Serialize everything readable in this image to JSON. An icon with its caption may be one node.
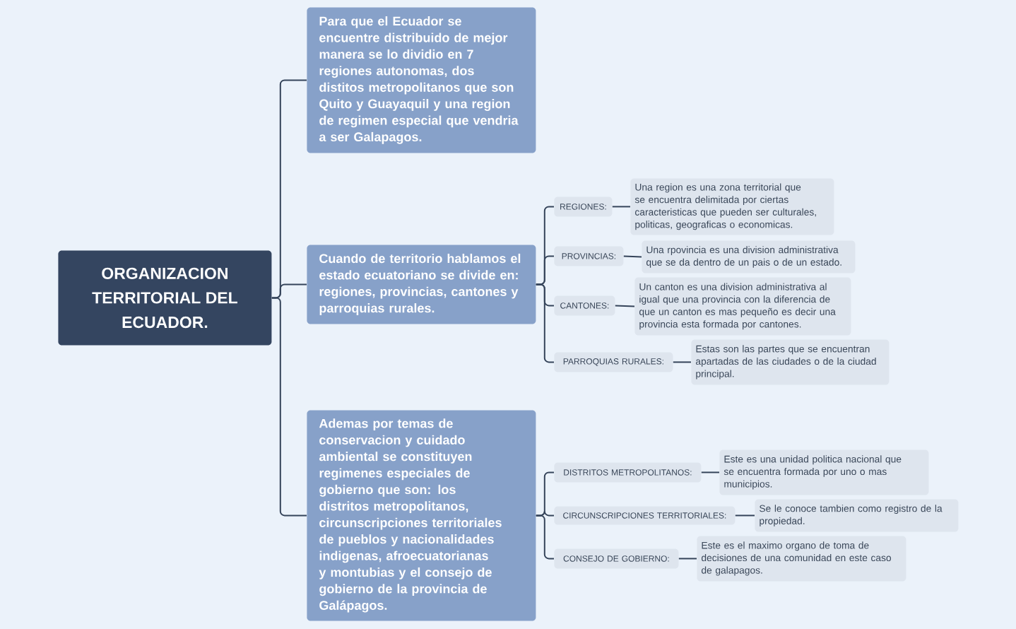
{
  "diagram": {
    "nodes": [
      {
        "text": [
          "ORGANIZACION TERRITORIAL DEL ECUADOR."
        ]
      },
      {
        "text": [
          "Para que el Ecuador se encuentre distribuido de mejor manera se lo dividio en 7 regiones autonomas, dos distitos metropolitanos que son Quito y Guayaquil y una region de regimen especial que vendria a ser Galapagos."
        ]
      },
      {
        "text": [
          "Cuando de territorio hablamos el estado ecuatoriano se divide en: regiones, provincias, cantones y parroquias rurales."
        ]
      },
      {
        "text": [
          "REGIONES:"
        ]
      },
      {
        "text": [
          "Una region es una zona territorial que se encuentra delimitada por ciertas caracteristicas que pueden ser culturales, politicas, geograficas o economicas."
        ]
      },
      {
        "text": [
          "PROVINCIAS:"
        ]
      },
      {
        "text": [
          "Una rpovincia es una division administrativa que se da dentro de un pais o de un estado."
        ]
      },
      {
        "text": [
          "CANTONES:"
        ]
      },
      {
        "text": [
          "Un canton es una division administrativa al igual que una provincia con la diferencia de que un canton es mas pequeño es decir una provincia esta formada por cantones."
        ]
      },
      {
        "text": [
          "PARROQUIAS RURALES:"
        ]
      },
      {
        "text": [
          "Estas son las partes que se encuentran apartadas de las ciudades o de la ciudad principal."
        ]
      },
      {
        "text": [
          "Ademas por temas de conservacion y cuidado ambiental se constituyen regimenes especiales de gobierno que son: los distritos metropolitanos, circunscripciones territoriales de pueblos y nacionalidades indigenas, afroecuatorianas y montubias y el consejo de gobierno de la provincia de Galápagos."
        ]
      },
      {
        "text": [
          "DISTRITOS METROPOLITANOS:"
        ]
      },
      {
        "text": [
          "Este es una unidad politica nacional que se encuentra formada por uno o mas municipios."
        ]
      },
      {
        "text": [
          "CIRCUNSCRIPCIONES TERRITORIALES:"
        ]
      },
      {
        "text": [
          "Se le conoce tambien como registro de la propiedad."
        ]
      },
      {
        "text": [
          "CONSEJO DE GOBIERNO:"
        ]
      },
      {
        "text": [
          "Este es el maximo organo de toma de decisiones de una comunidad en este caso de galapagos."
        ]
      }
    ],
    "edges": [
      {
        "from": 0,
        "to": 1,
        "arrow": "none"
      },
      {
        "from": 0,
        "to": 2,
        "arrow": "none"
      },
      {
        "from": 0,
        "to": 11,
        "arrow": "none"
      },
      {
        "from": 2,
        "to": 3,
        "arrow": "none"
      },
      {
        "from": 2,
        "to": 5,
        "arrow": "none"
      },
      {
        "from": 2,
        "to": 7,
        "arrow": "none"
      },
      {
        "from": 2,
        "to": 9,
        "arrow": "none"
      },
      {
        "from": 3,
        "to": 4,
        "arrow": "none"
      },
      {
        "from": 5,
        "to": 6,
        "arrow": "none"
      },
      {
        "from": 7,
        "to": 8,
        "arrow": "none"
      },
      {
        "from": 9,
        "to": 10,
        "arrow": "none"
      },
      {
        "from": 11,
        "to": 12,
        "arrow": "none"
      },
      {
        "from": 11,
        "to": 14,
        "arrow": "none"
      },
      {
        "from": 11,
        "to": 16,
        "arrow": "none"
      },
      {
        "from": 12,
        "to": 13,
        "arrow": "none"
      },
      {
        "from": 14,
        "to": 15,
        "arrow": "none"
      },
      {
        "from": 16,
        "to": 17,
        "arrow": "none"
      }
    ]
  }
}
